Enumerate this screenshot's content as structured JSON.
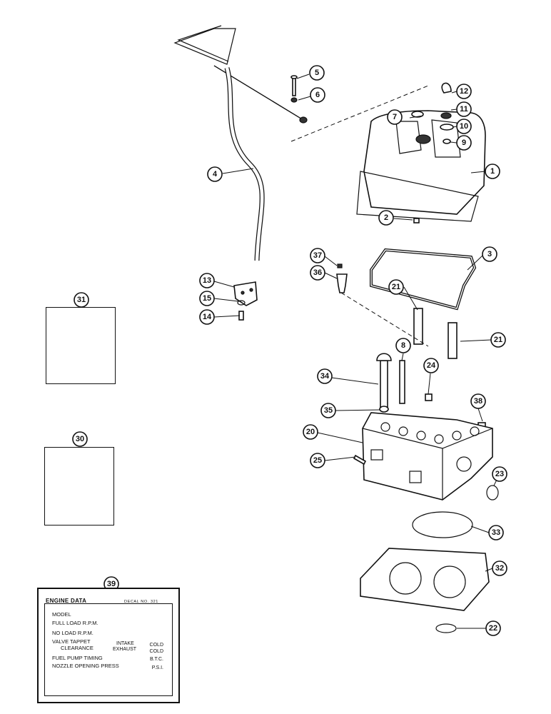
{
  "callouts": {
    "c1": "1",
    "c2": "2",
    "c3": "3",
    "c4": "4",
    "c5": "5",
    "c6": "6",
    "c7": "7",
    "c8": "8",
    "c9": "9",
    "c10": "10",
    "c11": "11",
    "c12": "12",
    "c13": "13",
    "c14": "14",
    "c15": "15",
    "c20": "20",
    "c21a": "21",
    "c21b": "21",
    "c22": "22",
    "c23": "23",
    "c24": "24",
    "c25": "25",
    "c30": "30",
    "c31": "31",
    "c32": "32",
    "c33": "33",
    "c34": "34",
    "c35": "35",
    "c36": "36",
    "c37": "37",
    "c38": "38",
    "c39": "39"
  },
  "decal": {
    "title": "ENGINE DATA",
    "decal_no": "DECAL NO. 321",
    "model": "MODEL",
    "full_load": "FULL LOAD R.P.M.",
    "no_load": "NO LOAD R.P.M.",
    "valve_tappet": "VALVE TAPPET",
    "intake": "INTAKE",
    "cold1": "COLD",
    "clearance": "CLEARANCE",
    "exhaust": "EXHAUST",
    "cold2": "COLD",
    "fuel_pump": "FUEL PUMP TIMING",
    "btc": "B.T.C.",
    "nozzle": "NOZZLE OPENING PRESS",
    "psi": "P.S.I."
  }
}
